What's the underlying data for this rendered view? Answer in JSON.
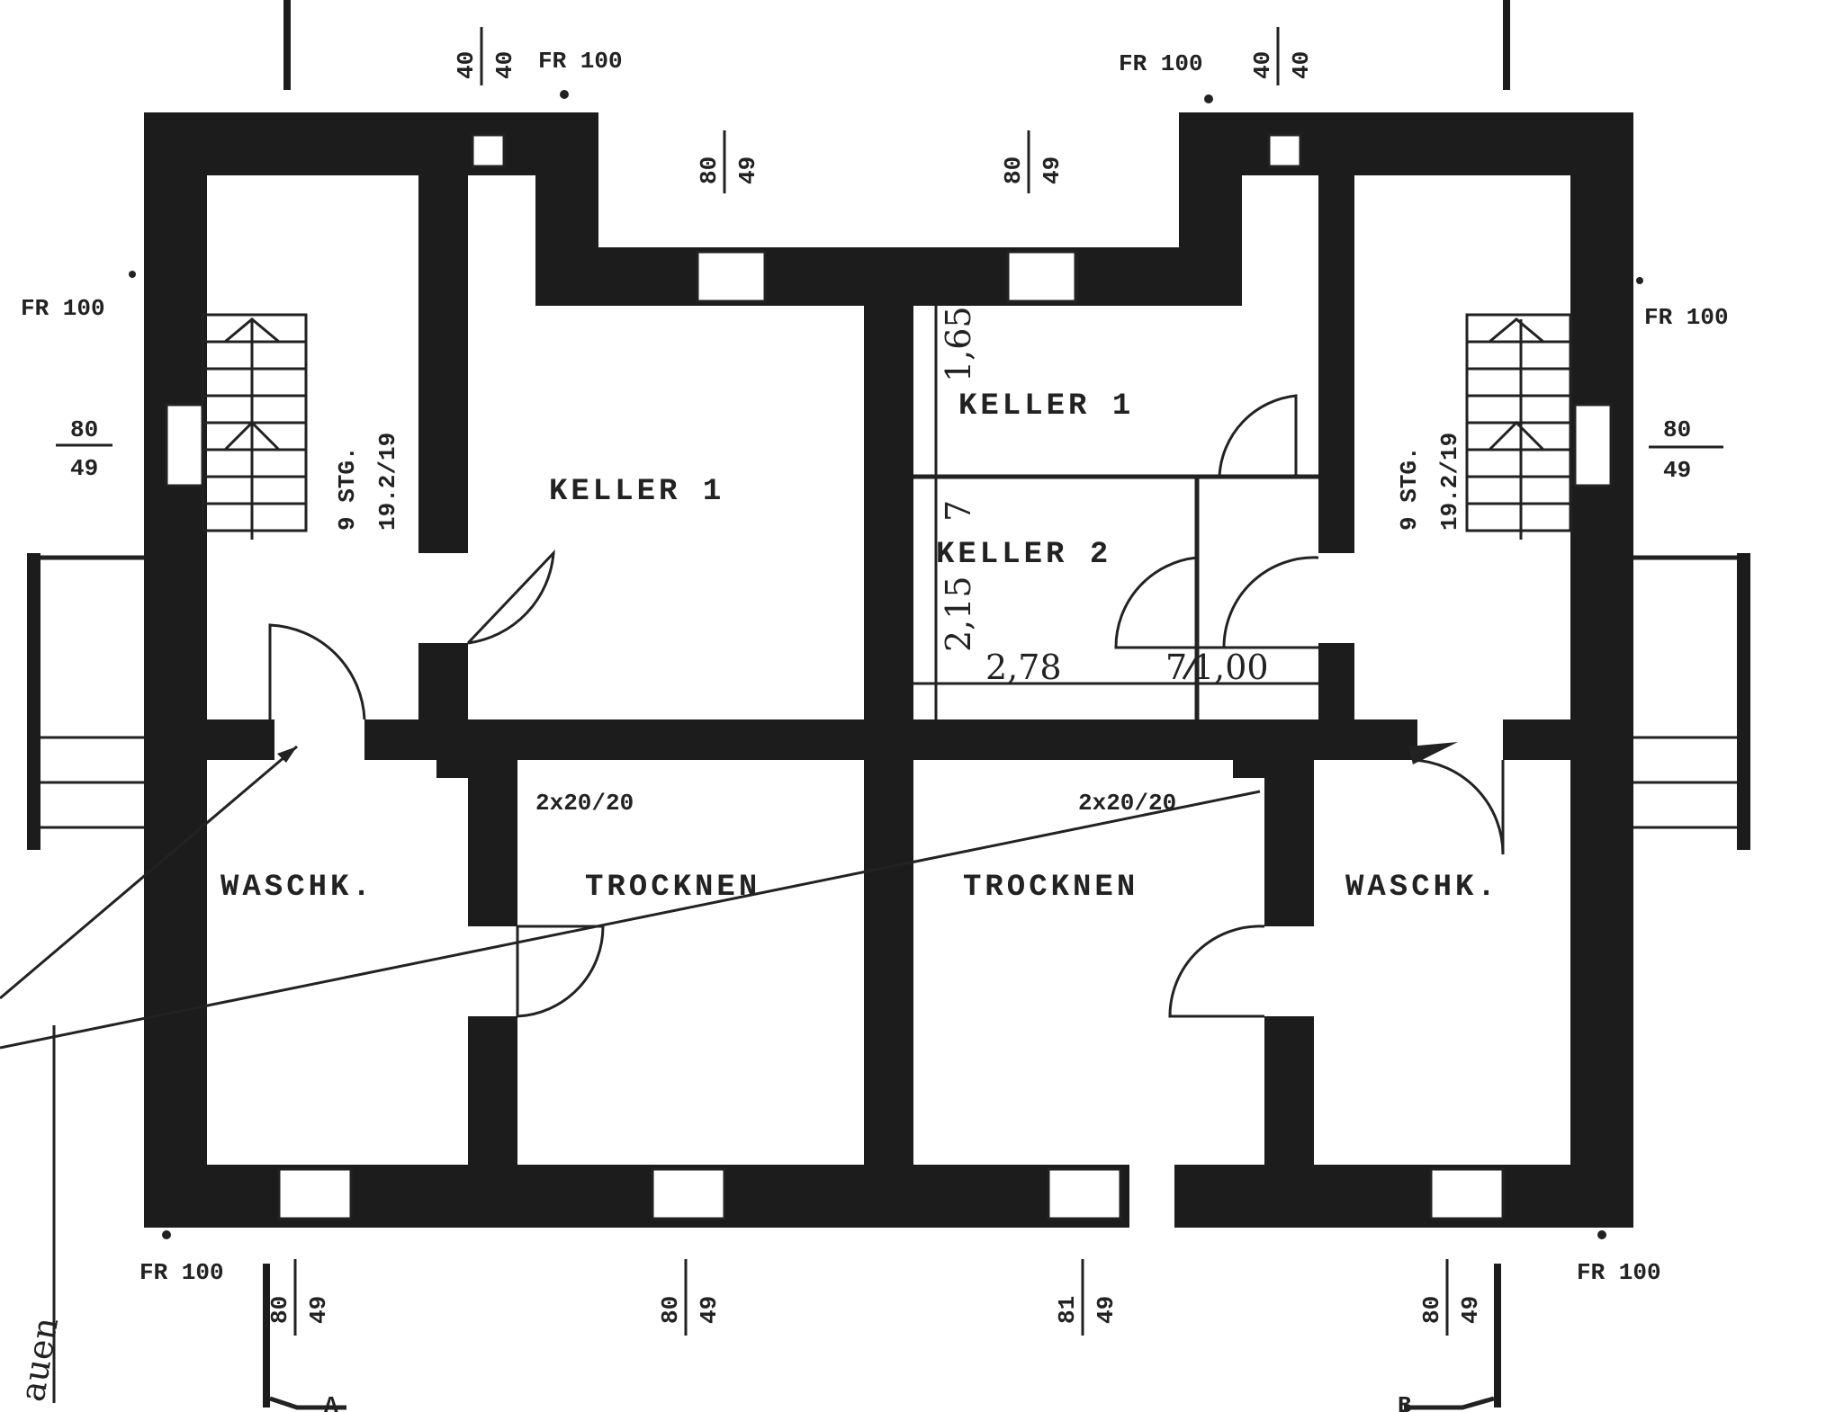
{
  "rooms": {
    "keller1_left": "KELLER 1",
    "keller1_right": "KELLER 1",
    "keller2": "KELLER 2",
    "waschk_left": "WASCHK.",
    "waschk_right": "WASCHK.",
    "trocknen_left": "TROCKNEN",
    "trocknen_right": "TROCKNEN"
  },
  "stairs": {
    "left_steps": "9 STG.",
    "left_ratio": "19.2/19",
    "right_steps": "9 STG.",
    "right_ratio": "19.2/19"
  },
  "annotations": {
    "fr100": "FR 100",
    "column_left": "2x20/20",
    "column_right": "2x20/20",
    "dim_165": "1,65",
    "dim_7": "7",
    "dim_215": "2,15",
    "dim_278": "2,78",
    "dim_7b": "7",
    "dim_100": "1,00",
    "handwriting": "auen"
  },
  "windows": {
    "top_small_num": "40",
    "top_small_den": "40",
    "top_num": "80",
    "top_den": "49",
    "side_num": "80",
    "side_den": "49",
    "bottom_num": "80",
    "bottom_den": "49",
    "bottom_alt_num": "81",
    "bottom_alt_den": "49"
  },
  "section_markers": {
    "a": "A",
    "b": "B"
  }
}
